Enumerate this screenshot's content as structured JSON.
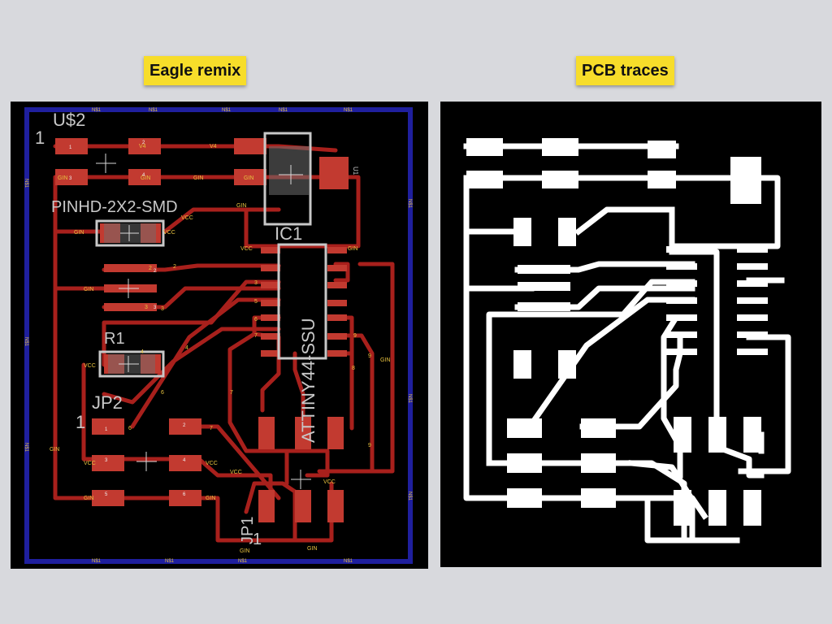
{
  "left_panel": {
    "title": "Eagle remix",
    "labels": {
      "u2": "U$2",
      "one_top": "1",
      "pinhd": "PINHD-2X2-SMD",
      "ic1": "IC1",
      "attiny": "ATTINY44-SSU",
      "r1": "R1",
      "jp2": "JP2",
      "one_jp2": "1",
      "jp1": "JP1",
      "one_jp1": "1",
      "u1": "U1"
    },
    "net_labels": {
      "ns": "N$1",
      "gin": "GIN",
      "vcc": "VCC",
      "v4": "V4",
      "n2": "2",
      "n3": "3",
      "n4": "4",
      "n5": "5",
      "n6": "6",
      "n7": "7",
      "n8": "8",
      "n9": "9"
    },
    "colors": {
      "board": "#000000",
      "outline": "#1f1f9e",
      "trace": "#a8201c",
      "pad": "#c23a30",
      "pad_label": "#e7c23f",
      "silk": "#c8c8c8"
    }
  },
  "right_panel": {
    "title": "PCB traces",
    "colors": {
      "board": "#000000",
      "trace": "#ffffff"
    }
  },
  "title_highlight": "#f7dd2a"
}
